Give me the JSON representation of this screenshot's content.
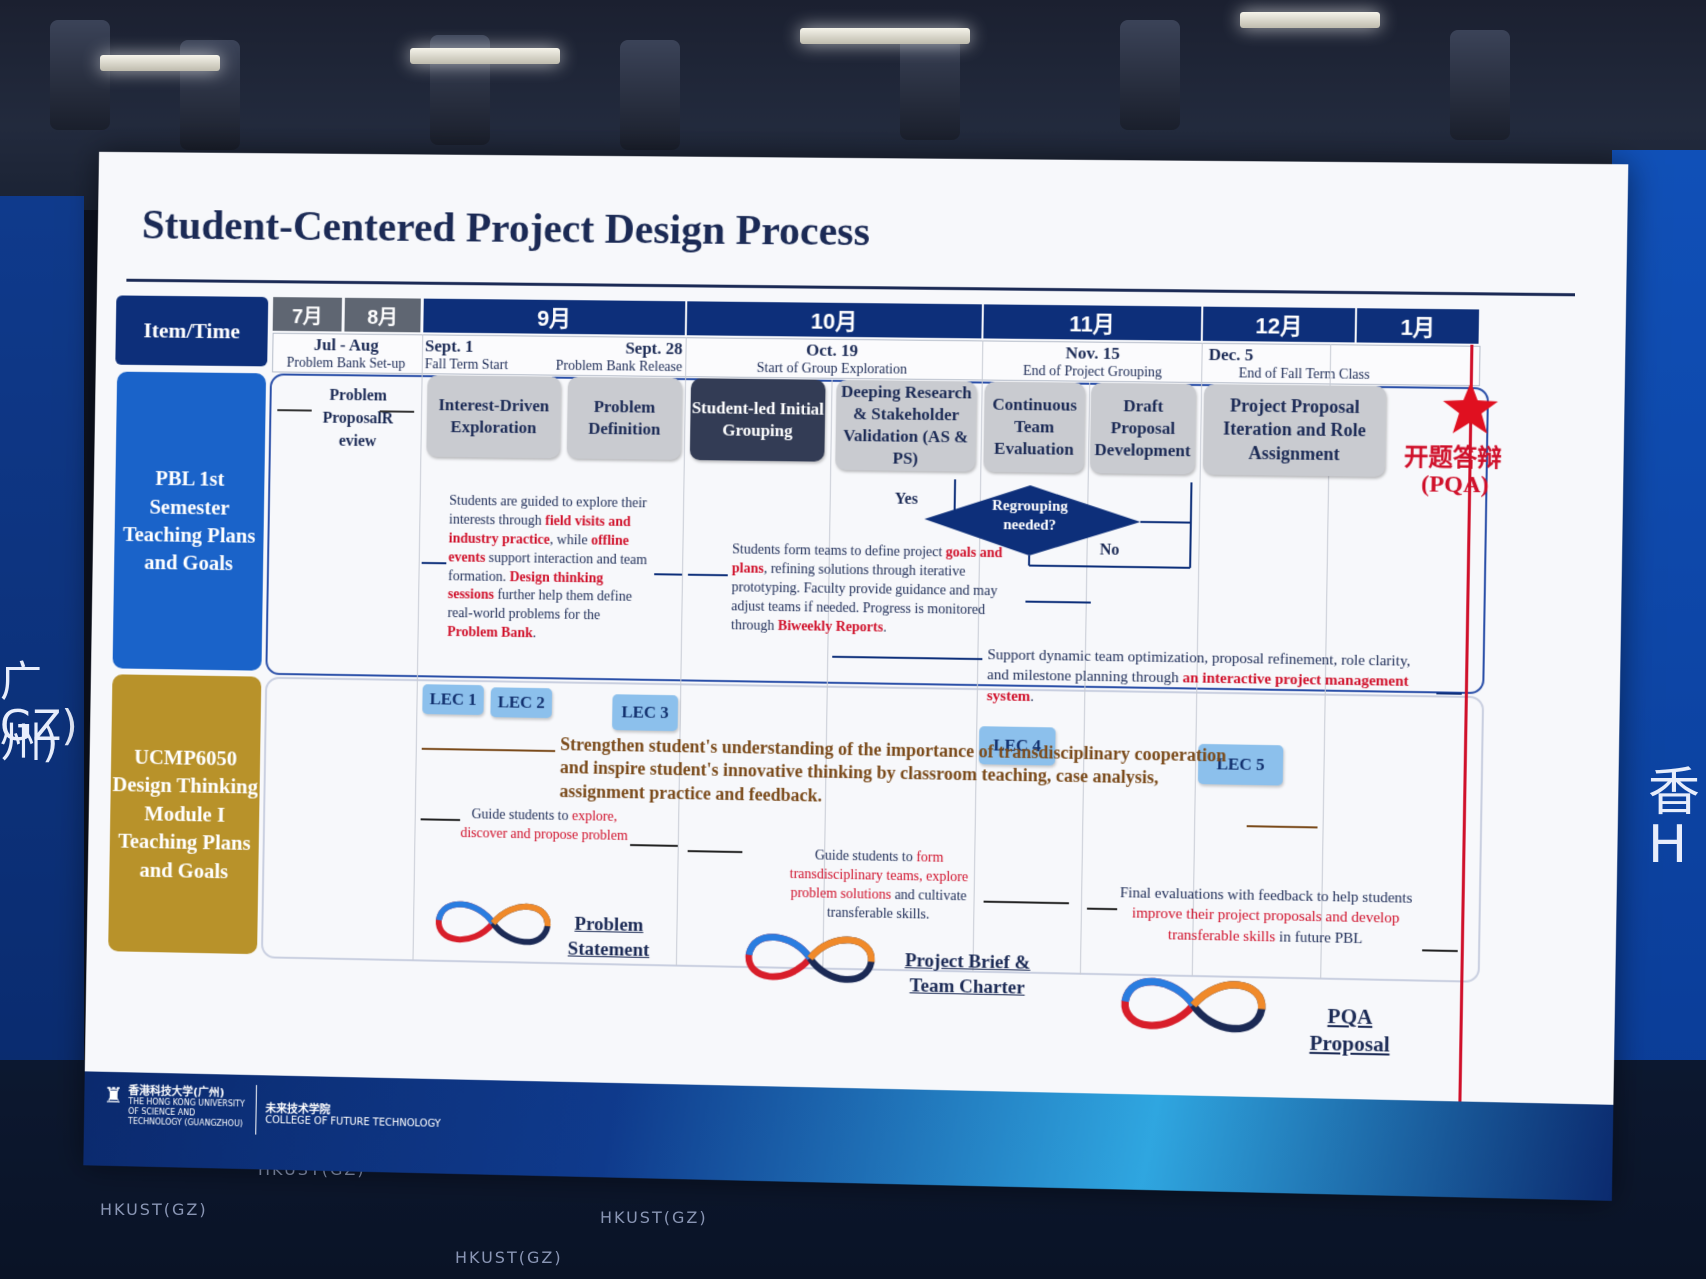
{
  "title": "Student-Centered Project Design Process",
  "header": {
    "item_time": "Item/Time",
    "months": [
      "7月",
      "8月",
      "9月",
      "10月",
      "11月",
      "12月",
      "1月"
    ]
  },
  "dates": [
    {
      "date": "Jul - Aug",
      "label": "Problem Bank Set-up"
    },
    {
      "date": "Sept. 1",
      "label": "Fall Term Start"
    },
    {
      "date": "Sept. 28",
      "label": "Problem Bank Release"
    },
    {
      "date": "Oct. 19",
      "label": "Start of Group Exploration"
    },
    {
      "date": "Nov. 15",
      "label": "End of Project Grouping"
    },
    {
      "date": "Dec. 5",
      "label": "End of Fall Term Class"
    }
  ],
  "rows": {
    "pbl": "PBL 1st Semester Teaching Plans and Goals",
    "ucmp": "UCMP6050 Design Thinking Module I Teaching Plans and Goals"
  },
  "pbl": {
    "problem_proposal": "Problem ProposalR eview",
    "boxes": [
      "Interest-Driven Exploration",
      "Problem Definition",
      "Student-led Initial Grouping",
      "Deeping Research & Stakeholder Validation (AS & PS)",
      "Continuous Team Evaluation",
      "Draft Proposal Development",
      "Project Proposal Iteration and Role Assignment"
    ],
    "decision": "Regrouping needed?",
    "yes": "Yes",
    "no": "No",
    "text1": {
      "a": "Students are guided to explore their interests through ",
      "b": "field visits and industry practice",
      "c": ", while ",
      "d": "offline events",
      "e": " support interaction and team formation. ",
      "f": "Design thinking sessions",
      "g": " further help them define real-world problems for the ",
      "h": "Problem Bank",
      "i": "."
    },
    "text2": {
      "a": "Students form teams to define project ",
      "b": "goals and plans",
      "c": ", refining solutions through iterative prototyping. Faculty provide guidance and may adjust teams if needed. Progress is monitored through ",
      "d": "Biweekly Reports",
      "e": "."
    },
    "text3": {
      "a": "Support dynamic team optimization, proposal refinement, role clarity, and milestone planning through ",
      "b": "an interactive project management system",
      "c": "."
    }
  },
  "pqa": {
    "cn": "开题答辩",
    "en": "(PQA)"
  },
  "ucmp": {
    "lecs": [
      "LEC 1",
      "LEC 2",
      "LEC 3",
      "LEC 4",
      "LEC 5"
    ],
    "strengthen": "Strengthen student's understanding of the importance of transdisciplinary cooperation and inspire student's innovative thinking by classroom teaching, case analysis, assignment practice and feedback.",
    "guide1": {
      "a": "Guide students to ",
      "b": "explore, discover and propose problem"
    },
    "guide2": {
      "a": "Guide students to ",
      "b": "form transdisciplinary teams, explore problem solutions",
      "c": " and cultivate transferable skills."
    },
    "guide3": {
      "a": "Final evaluations with feedback to help students ",
      "b": "improve their project proposals and develop transferable skills",
      "c": " in future PBL"
    },
    "deliverables": [
      "Problem Statement",
      "Project Brief & Team Charter",
      "PQA Proposal"
    ]
  },
  "footer": {
    "school_cn": "香港科技大学(广州)",
    "school_en": "THE HONG KONG UNIVERSITY OF SCIENCE AND TECHNOLOGY (GUANGZHOU)",
    "college_cn": "未来技术学院",
    "college_en": "COLLEGE OF FUTURE TECHNOLOGY"
  },
  "backdrop": {
    "left_side": [
      "广州)",
      "GZ)"
    ],
    "right_side": [
      "香",
      "H"
    ],
    "floor_mark": "HKUST(GZ)"
  },
  "colors": {
    "navy": "#0d2f7a",
    "blue_row": "#1a63c9",
    "gold_row": "#b8922a",
    "red": "#d0102a",
    "brown_arrow": "#7a4a1a"
  }
}
